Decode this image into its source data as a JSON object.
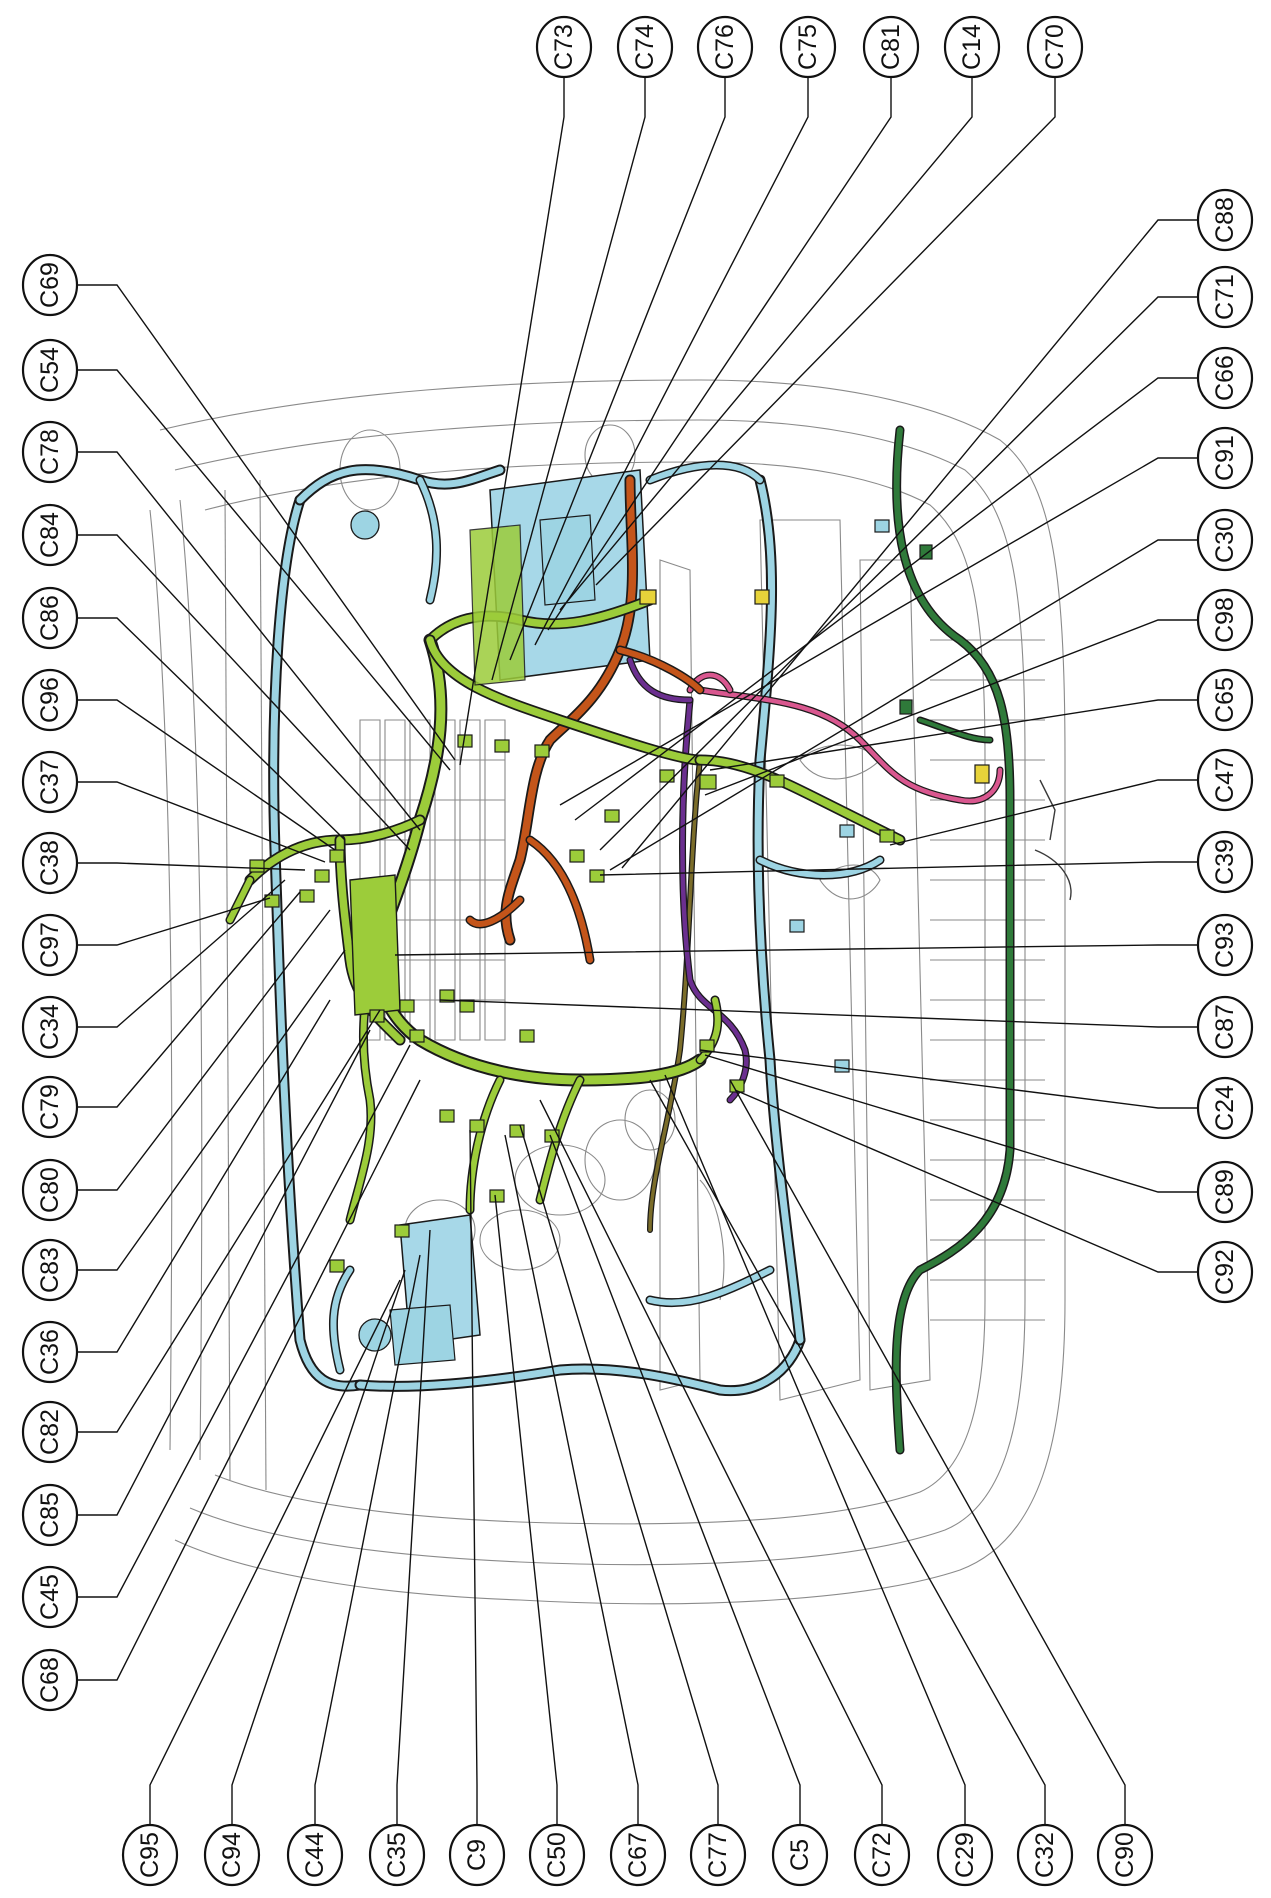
{
  "colors": {
    "body_harness_blue": "#9dd4e3",
    "main_harness_green": "#9ccc3a",
    "right_harness_darkgreen": "#2f7a3a",
    "engine_harness_orange": "#c4551a",
    "ground_purple": "#6b2f8f",
    "door_harness_pink": "#d9578f",
    "fuse_box_blue": "#a7d8e8",
    "connector_yellow": "#e7d33a",
    "olive_harness": "#7b6d2a"
  },
  "callouts": {
    "top": [
      "C73",
      "C74",
      "C76",
      "C75",
      "C81",
      "C14",
      "C70"
    ],
    "left": [
      "C69",
      "C54",
      "C78",
      "C84",
      "C86",
      "C96",
      "C37",
      "C38",
      "C97",
      "C34",
      "C79",
      "C80",
      "C83",
      "C36",
      "C82",
      "C85",
      "C45",
      "C68"
    ],
    "right": [
      "C88",
      "C71",
      "C66",
      "C91",
      "C30",
      "C98",
      "C65",
      "C47",
      "C39",
      "C93",
      "C87",
      "C24",
      "C89",
      "C92"
    ],
    "bottom": [
      "C95",
      "C94",
      "C44",
      "C35",
      "C9",
      "C50",
      "C67",
      "C77",
      "C5",
      "C72",
      "C29",
      "C32",
      "C90"
    ]
  }
}
